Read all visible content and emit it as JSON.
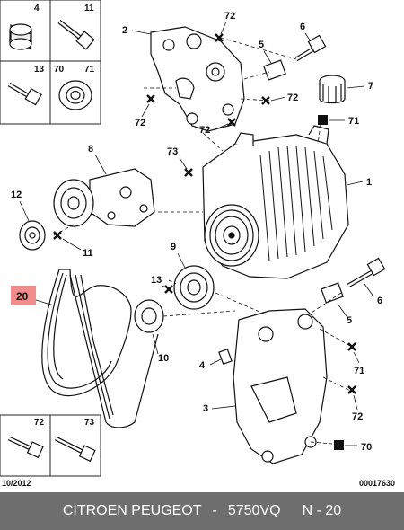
{
  "diagram": {
    "date": "10/2012",
    "reference": "00017630",
    "highlight_color": "#f08c8c",
    "part_labels": {
      "p1": "1",
      "p2": "2",
      "p3": "3",
      "p4": "4",
      "p4b": "4",
      "p5a": "5",
      "p5b": "5",
      "p6a": "6",
      "p6b": "6",
      "p7": "7",
      "p8": "8",
      "p9": "9",
      "p10": "10",
      "p11a": "11",
      "p11b": "11",
      "p12": "12",
      "p13a": "13",
      "p13b": "13",
      "p20": "20",
      "p70a": "70",
      "p70b": "70",
      "p71a": "71",
      "p71b": "71",
      "p71c": "71",
      "p72a": "72",
      "p72b": "72",
      "p72c": "72",
      "p72d": "72",
      "p72e": "72",
      "p72f": "72",
      "p73a": "73",
      "p73b": "73"
    }
  },
  "footer": {
    "brand": "CITROEN PEUGEOT",
    "separator": "-",
    "part_number": "5750VQ",
    "ref": "N - 20"
  }
}
